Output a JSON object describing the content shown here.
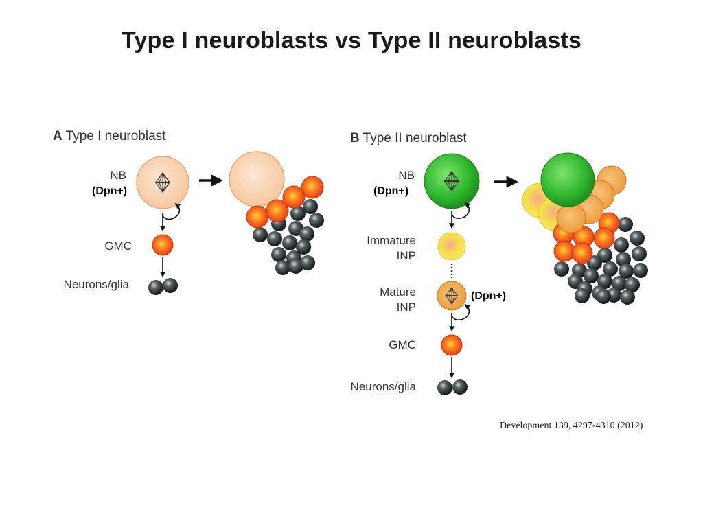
{
  "slide": {
    "title": "Type I neuroblasts vs Type II neuroblasts",
    "citation": "Development 139, 4297-4310 (2012)"
  },
  "panel_a": {
    "letter": "A",
    "heading": "Type I neuroblast",
    "nb_label": "NB",
    "nb_marker": "(Dpn+)",
    "gmc_label": "GMC",
    "neurons_label": "Neurons/glia"
  },
  "panel_b": {
    "letter": "B",
    "heading": "Type II neuroblast",
    "nb_label": "NB",
    "nb_marker": "(Dpn+)",
    "immature_label_line1": "Immature",
    "immature_label_line2": "INP",
    "mature_label_line1": "Mature",
    "mature_label_line2": "INP",
    "mature_marker": "(Dpn+)",
    "gmc_label": "GMC",
    "neurons_label": "Neurons/glia"
  },
  "colors": {
    "nb_type1": "#f9d3b0",
    "nb_type2": "#3cc23a",
    "gmc": "#ff5a1f",
    "immature_inp": "#f7e24a",
    "mature_inp": "#f4a443",
    "neuron": "#2d3234"
  }
}
